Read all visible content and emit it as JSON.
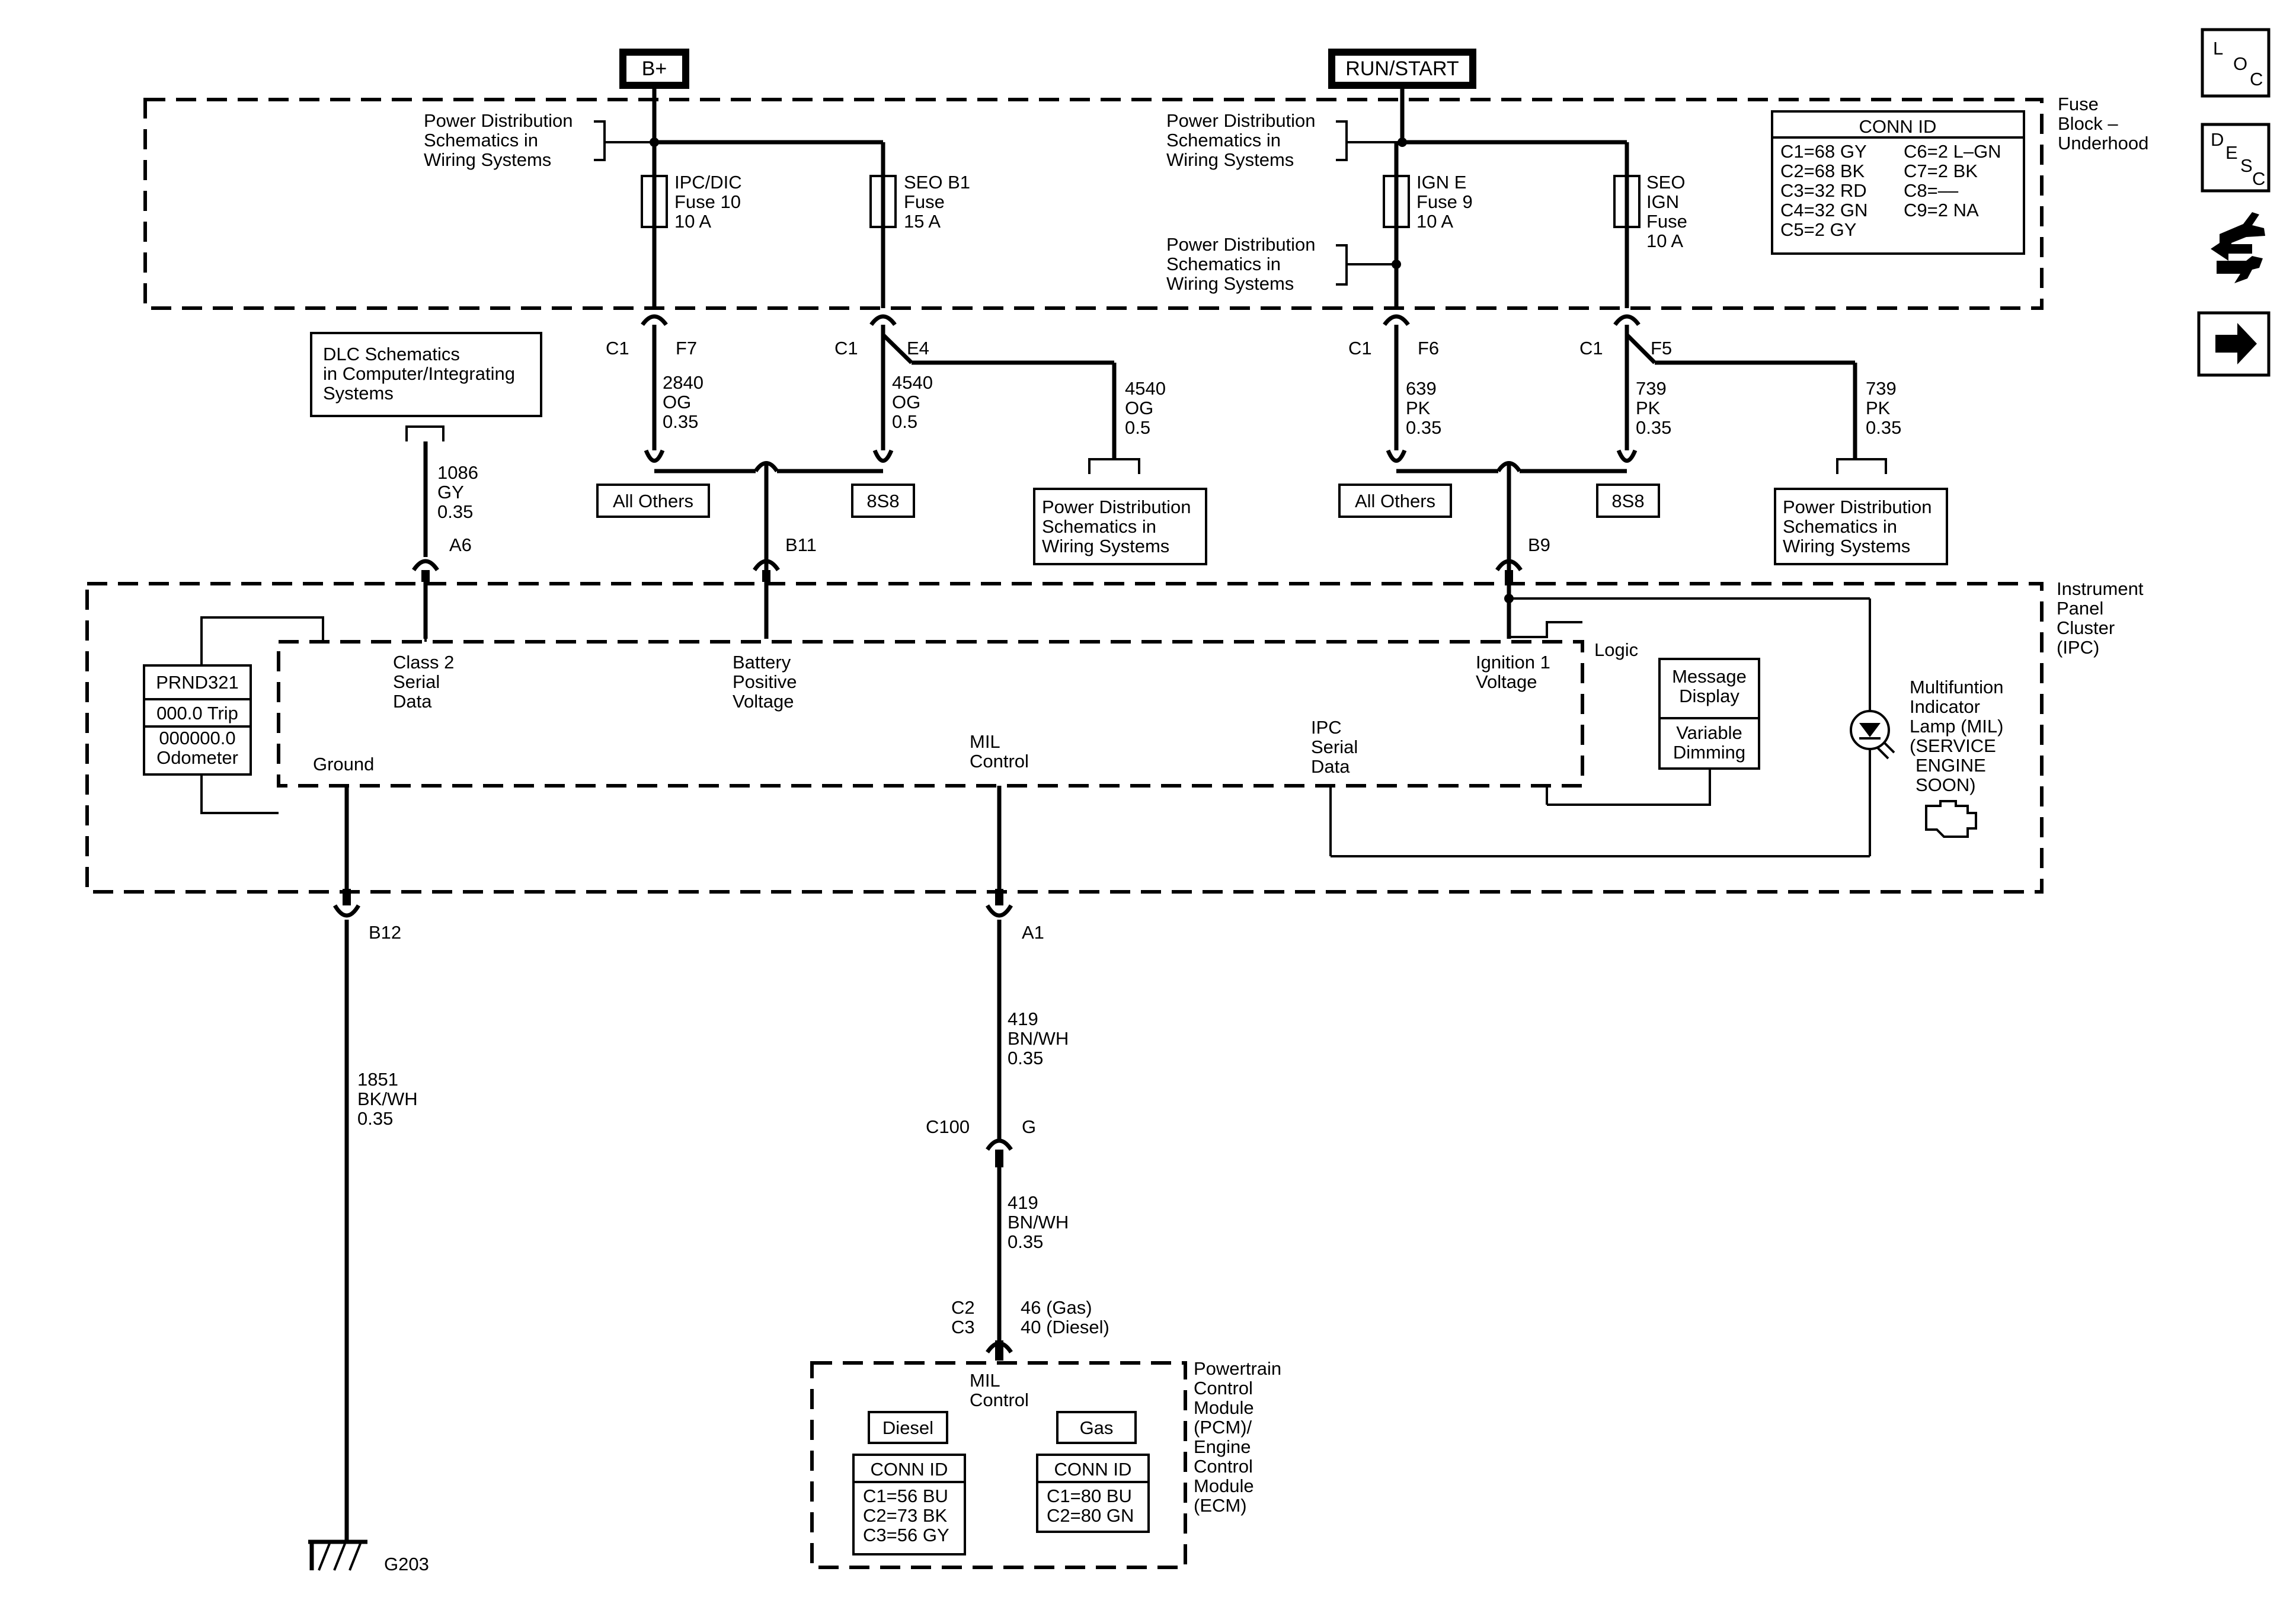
{
  "power_sources": {
    "batt": "B+",
    "run": "RUN/START"
  },
  "fuse_block_label": [
    "Fuse",
    "Block –",
    "Underhood"
  ],
  "pds_label": [
    "Power Distribution",
    "Schematics in",
    "Wiring Systems"
  ],
  "fuses": {
    "ipc": [
      "IPC/DIC",
      "Fuse 10",
      "10 A"
    ],
    "seo_b1": [
      "SEO  B1",
      "Fuse",
      "15 A"
    ],
    "igne": [
      "IGN E",
      "Fuse 9",
      "10 A"
    ],
    "seo_ign": [
      "SEO",
      "IGN",
      "Fuse",
      "10 A"
    ]
  },
  "conn_id_fuse_block": {
    "title": "CONN ID",
    "left": [
      "C1=68 GY",
      "C2=68 BK",
      "C3=32 RD",
      "C4=32 GN",
      "C5=2 GY"
    ],
    "right": [
      "C6=2 L–GN",
      "C7=2 BK",
      "C8=––",
      "C9=2 NA"
    ]
  },
  "connectors": {
    "c1": "C1",
    "f7": "F7",
    "e4": "E4",
    "f6": "F6",
    "f5": "F5",
    "a6": "A6",
    "b11": "B11",
    "b9": "B9",
    "b12": "B12",
    "a1": "A1",
    "c100": "C100",
    "g": "G",
    "c2": "C2",
    "c3": "C3",
    "pcm_pins": [
      "46 (Gas)",
      "40 (Diesel)"
    ]
  },
  "wires": {
    "w2840": [
      "2840",
      "OG",
      "0.35"
    ],
    "w4540a": [
      "4540",
      "OG",
      "0.5"
    ],
    "w4540b": [
      "4540",
      "OG",
      "0.5"
    ],
    "w639": [
      "639",
      "PK",
      "0.35"
    ],
    "w739a": [
      "739",
      "PK",
      "0.35"
    ],
    "w739b": [
      "739",
      "PK",
      "0.35"
    ],
    "w1086": [
      "1086",
      "GY",
      "0.35"
    ],
    "w1851": [
      "1851",
      "BK/WH",
      "0.35"
    ],
    "w419a": [
      "419",
      "BN/WH",
      "0.35"
    ],
    "w419b": [
      "419",
      "BN/WH",
      "0.35"
    ]
  },
  "splice_boxes": {
    "all_others": "All Others",
    "s8s8": "8S8"
  },
  "dlc_label": [
    "DLC Schematics",
    "in Computer/Integrating",
    "Systems"
  ],
  "ipc": {
    "label": [
      "Instrument",
      "Panel",
      "Cluster",
      "(IPC)"
    ],
    "display": [
      "PRND321",
      "000.0 Trip",
      "000000.0",
      "Odometer"
    ],
    "class2": [
      "Class 2",
      "Serial",
      "Data"
    ],
    "battery": [
      "Battery",
      "Positive",
      "Voltage"
    ],
    "ignition": [
      "Ignition 1",
      "Voltage"
    ],
    "logic": "Logic",
    "message": [
      "Message",
      "Display"
    ],
    "dimming": [
      "Variable",
      "Dimming"
    ],
    "serial": [
      "IPC",
      "Serial",
      "Data"
    ],
    "ground": "Ground",
    "mil": [
      "MIL",
      "Control"
    ],
    "lamp": [
      "Multifuntion",
      "Indicator",
      "Lamp (MIL)",
      "(SERVICE",
      "ENGINE",
      "SOON)"
    ]
  },
  "pcm": {
    "label": [
      "Powertrain",
      "Control",
      "Module",
      "(PCM)/",
      "Engine",
      "Control",
      "Module",
      "(ECM)"
    ],
    "mil": [
      "MIL",
      "Control"
    ],
    "diesel": "Diesel",
    "gas": "Gas",
    "diesel_conn": {
      "title": "CONN ID",
      "items": [
        "C1=56 BU",
        "C2=73 BK",
        "C3=56 GY"
      ]
    },
    "gas_conn": {
      "title": "CONN ID",
      "items": [
        "C1=80 BU",
        "C2=80 GN"
      ]
    }
  },
  "ground_label": "G203",
  "nav_icons": {
    "loc": [
      "L",
      "O",
      "C"
    ],
    "desc": [
      "D",
      "E",
      "S",
      "C"
    ]
  },
  "icon_names": [
    "loc-icon",
    "desc-icon",
    "connector-tool-icon",
    "next-arrow-icon",
    "engine-icon"
  ]
}
